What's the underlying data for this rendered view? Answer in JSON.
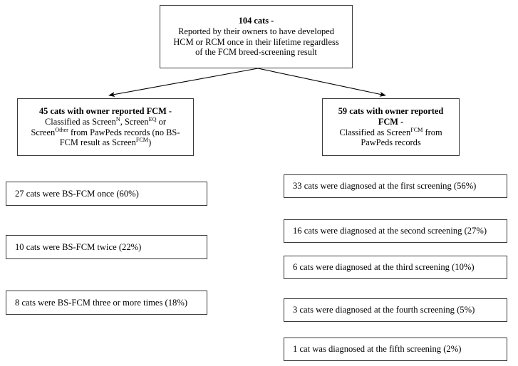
{
  "figure": {
    "type": "flowchart",
    "orientation": "top-down-two-branch",
    "stroke_color": "#3a3a3a",
    "background_color": "#ffffff"
  },
  "root": {
    "title": "104 cats -",
    "line1": "Reported by their owners to have developed",
    "line2": "HCM or RCM once in their lifetime regardless",
    "line3": "of the FCM breed-screening result"
  },
  "branch_left": {
    "title": "45 cats with owner reported FCM -",
    "line1_pre": "Classified as Screen",
    "line1_sup1": "N",
    "line1_mid": ", Screen",
    "line1_sup2": "EQ",
    "line1_post": " or",
    "line2_pre": "Screen",
    "line2_sup": "Other",
    "line2_post": " from PawPeds records (no BS-",
    "line3_pre": "FCM  result as Screen",
    "line3_sup": "FCM",
    "line3_post": ")"
  },
  "branch_right": {
    "title_line1": "59 cats with owner reported",
    "title_line2": "FCM -",
    "line1_pre": "Classified as Screen",
    "line1_sup": "FCM",
    "line1_post": " from",
    "line2": "PawPeds records"
  },
  "left_column": {
    "items": [
      {
        "label": "27 cats were BS-FCM  once (60%)",
        "count": 27,
        "percent": 60
      },
      {
        "label": "10 cats were BS-FCM  twice (22%)",
        "count": 10,
        "percent": 22
      },
      {
        "label": "8 cats  were BS-FCM  three or more times (18%)",
        "count": 8,
        "percent": 18
      }
    ]
  },
  "right_column": {
    "items": [
      {
        "label": "33 cats were diagnosed at the first screening (56%)",
        "count": 33,
        "percent": 56
      },
      {
        "label": "16 cats were diagnosed at the second screening (27%)",
        "count": 16,
        "percent": 27
      },
      {
        "label": "6 cats  were diagnosed at the third screening (10%)",
        "count": 6,
        "percent": 10
      },
      {
        "label": "3 cats  were diagnosed at the fourth screening (5%)",
        "count": 3,
        "percent": 5
      },
      {
        "label": "1 cat was diagnosed at the fifth screening (2%)",
        "count": 1,
        "percent": 2
      }
    ]
  }
}
